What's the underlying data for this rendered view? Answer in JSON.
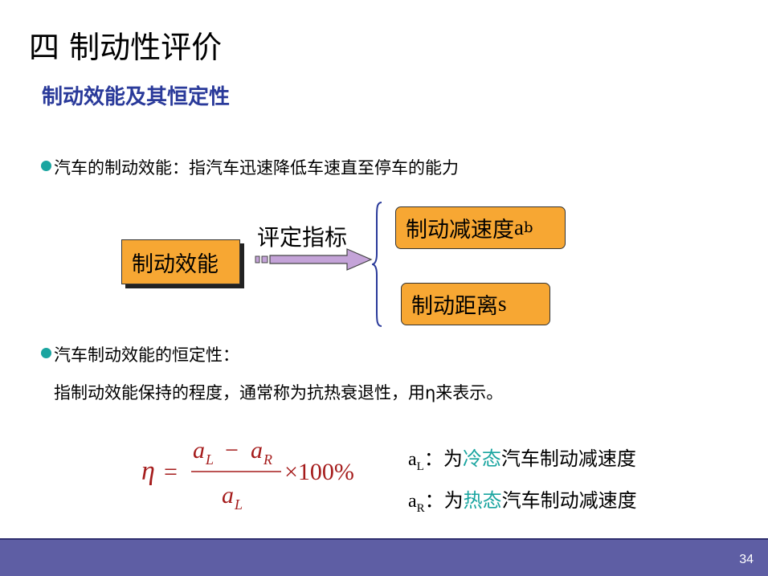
{
  "slide": {
    "title": "四  制动性评价",
    "subtitle": "制动效能及其恒定性",
    "page_number": "34"
  },
  "bullets": [
    {
      "text": "汽车的制动效能：指汽车迅速降低车速直至停车的能力"
    },
    {
      "text": "汽车制动效能的恒定性："
    }
  ],
  "explanation": "指制动效能保持的程度，通常称为抗热衰退性，用η来表示。",
  "diagram": {
    "source_label": "制动效能",
    "arrow_label": "评定指标",
    "target_1_label": "制动减速度",
    "target_1_sub_base": "a",
    "target_1_sub": "b",
    "target_2_label": "制动距离",
    "target_2_symbol": "s"
  },
  "formula": {
    "eta": "η",
    "equals": "=",
    "num_a1": "a",
    "num_sub1": "L",
    "minus": "−",
    "num_a2": "a",
    "num_sub2": "R",
    "times": "×100%",
    "den_a": "a",
    "den_sub": "L"
  },
  "notes": [
    {
      "symbol": "a",
      "sub": "L",
      "colon": "：为",
      "highlight": "冷态",
      "rest": "汽车制动减速度"
    },
    {
      "symbol": "a",
      "sub": "R",
      "colon": "：为",
      "highlight": "热态",
      "rest": "汽车制动减速度"
    }
  ],
  "colors": {
    "subtitle": "#2a3a9a",
    "bullet": "#1aa5a0",
    "box_fill": "#f7a733",
    "formula": "#a51c1c",
    "highlight": "#1aa5a0",
    "footer": "#5e5ea4",
    "arrow_fill": "#c4a3d8"
  }
}
